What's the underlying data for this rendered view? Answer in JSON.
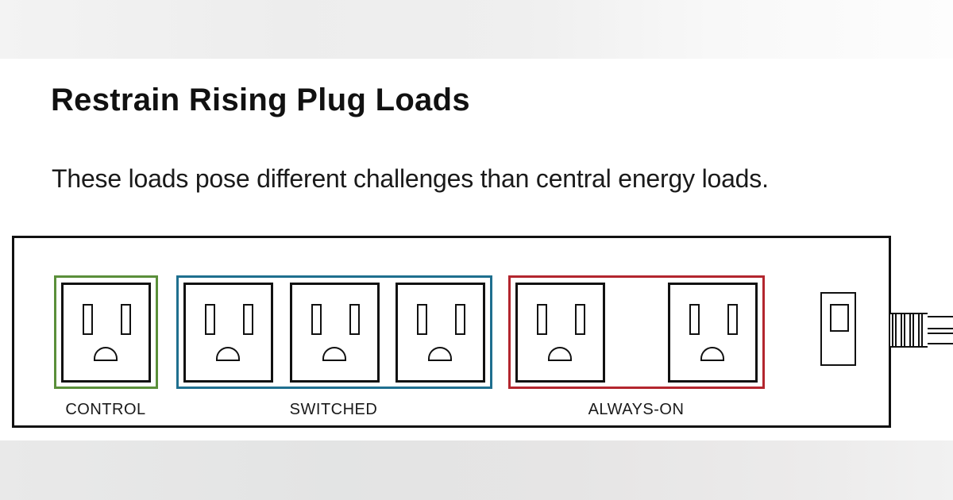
{
  "header": {
    "title": "Restrain Rising Plug Loads",
    "subtitle": "These loads pose different challenges than central energy loads."
  },
  "power_strip": {
    "groups": [
      {
        "label": "CONTROL",
        "color": "#5a8f3a",
        "outlet_count": 1
      },
      {
        "label": "SWITCHED",
        "color": "#1f6f8f",
        "outlet_count": 3
      },
      {
        "label": "ALWAYS-ON",
        "color": "#b3262e",
        "outlet_count": 2
      }
    ],
    "power_switch": "rocker-switch-icon",
    "cord": "power-cord-icon"
  },
  "colors": {
    "outline": "#111111",
    "control": "#5a8f3a",
    "switched": "#1f6f8f",
    "always_on": "#b3262e"
  }
}
